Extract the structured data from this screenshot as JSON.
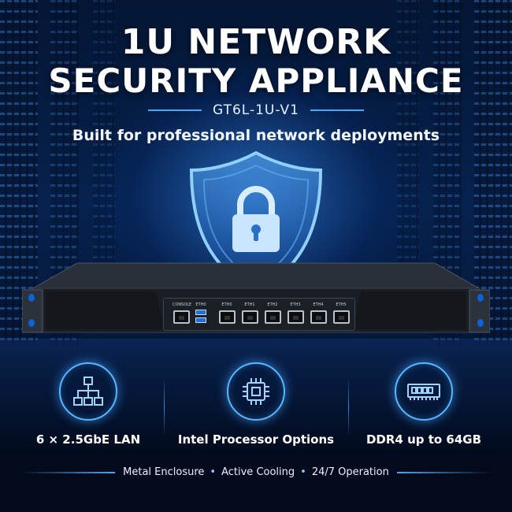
{
  "heading": {
    "line1": "1U NETWORK",
    "line2": "SECURITY APPLIANCE",
    "model": "GT6L-1U-V1",
    "subtitle": "Built for professional network deployments"
  },
  "device": {
    "console_label": "CONSOLE",
    "usb_label": "ETH0",
    "ports": [
      "ETH0",
      "ETH1",
      "ETH2",
      "ETH3",
      "ETH4",
      "ETH5"
    ]
  },
  "features": [
    {
      "label": "6 × 2.5GbE LAN",
      "icon": "network-topology-icon"
    },
    {
      "label": "Intel Processor Options",
      "icon": "processor-chip-icon"
    },
    {
      "label": "DDR4 up to 64GB",
      "icon": "memory-module-icon"
    }
  ],
  "footer": {
    "items": [
      "Metal Enclosure",
      "Active Cooling",
      "24/7 Operation"
    ],
    "separator": "•"
  },
  "colors": {
    "accent": "#4aa8ff",
    "background": "#03122e"
  }
}
